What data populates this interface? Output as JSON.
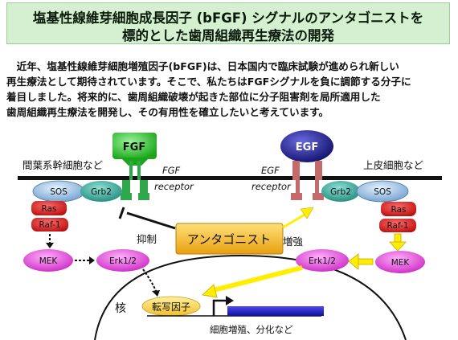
{
  "title": {
    "line1": "塩基性線維芽細胞成長因子 (bFGF) シグナルのアンタゴニストを",
    "line2": "標的とした歯周組織再生療法の開発"
  },
  "paragraph": [
    "　近年、塩基性線維芽細胞増殖因子(bFGF)は、日本国内で臨床試験が進められ新しい",
    "再生療法として期待されています。そこで、私たちはFGFシグナルを負に調節する分子に",
    "着目しました。将来的に、歯周組織破壊が起きた部位に分子阻害剤を局所適用した",
    "歯周組織再生療法を開発し、その有用性を確立したいと考えています。"
  ],
  "diagram": {
    "left_cell_label": "間葉系幹細胞など",
    "right_cell_label": "上皮細胞など",
    "fgf": "FGF",
    "egf": "EGF",
    "fgf_receptor_name": "FGF",
    "fgf_receptor_word": "receptor",
    "egf_receptor_name": "EGF",
    "egf_receptor_word": "receptor",
    "sos_left": "SOS",
    "grb2_left": "Grb2",
    "ras_left": "Ras",
    "raf_left": "Raf-1",
    "mek_left": "MEK",
    "erk_left": "Erk1/2",
    "sos_right": "SOS",
    "grb2_right": "Grb2",
    "ras_right": "Ras",
    "raf_right": "Raf-1",
    "mek_right": "MEK",
    "erk_right": "Erk1/2",
    "inhibit_label": "抑制",
    "enhance_label": "増強",
    "antagonist": "アンタゴニスト",
    "nucleus": "核",
    "transcription_factor": "転写因子",
    "outcome": "細胞増殖、分化など"
  },
  "colors": {
    "title_bg": "#d4f0d0",
    "fgf_green": "#22c422",
    "egf_navy": "#1a1a8a",
    "fgf_receptor": "#2ea84a",
    "egf_receptor": "#c46a6a",
    "sos_blue": "#8fb8dc",
    "grb2_teal": "#3aa79a",
    "ras_red": "#d81818",
    "mek_magenta": "#e035d8",
    "antagonist_gold": "#f0b020",
    "arrow_yellow": "#ffee00",
    "gene_blue": "#2222cc"
  }
}
